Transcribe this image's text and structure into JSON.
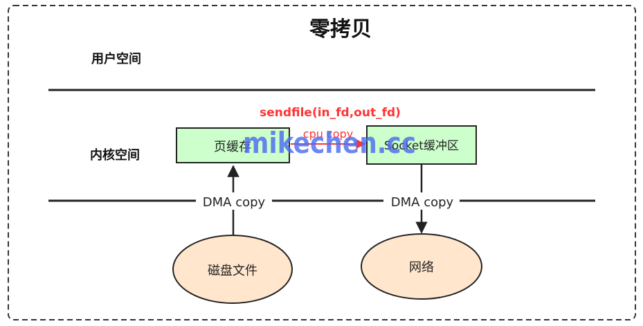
{
  "title": "零拷贝",
  "regions": {
    "user_space": "用户空间",
    "kernel_space": "内核空间"
  },
  "boxes": {
    "page_cache": "页缓存",
    "socket_buffer": "Socket缓冲区",
    "disk_file": "磁盘文件",
    "network": "网络"
  },
  "labels": {
    "syscall": "sendfile(in_fd,out_fd)",
    "cpu_copy": "cpu copy",
    "dma_copy_left": "DMA copy",
    "dma_copy_right": "DMA copy"
  },
  "watermark": "mikechen.cc",
  "colors": {
    "box_fill": "#ccffcc",
    "ellipse_fill": "#ffe6cc",
    "highlight": "#ff3333",
    "line": "#222222",
    "watermark": "#4d6cf0"
  }
}
